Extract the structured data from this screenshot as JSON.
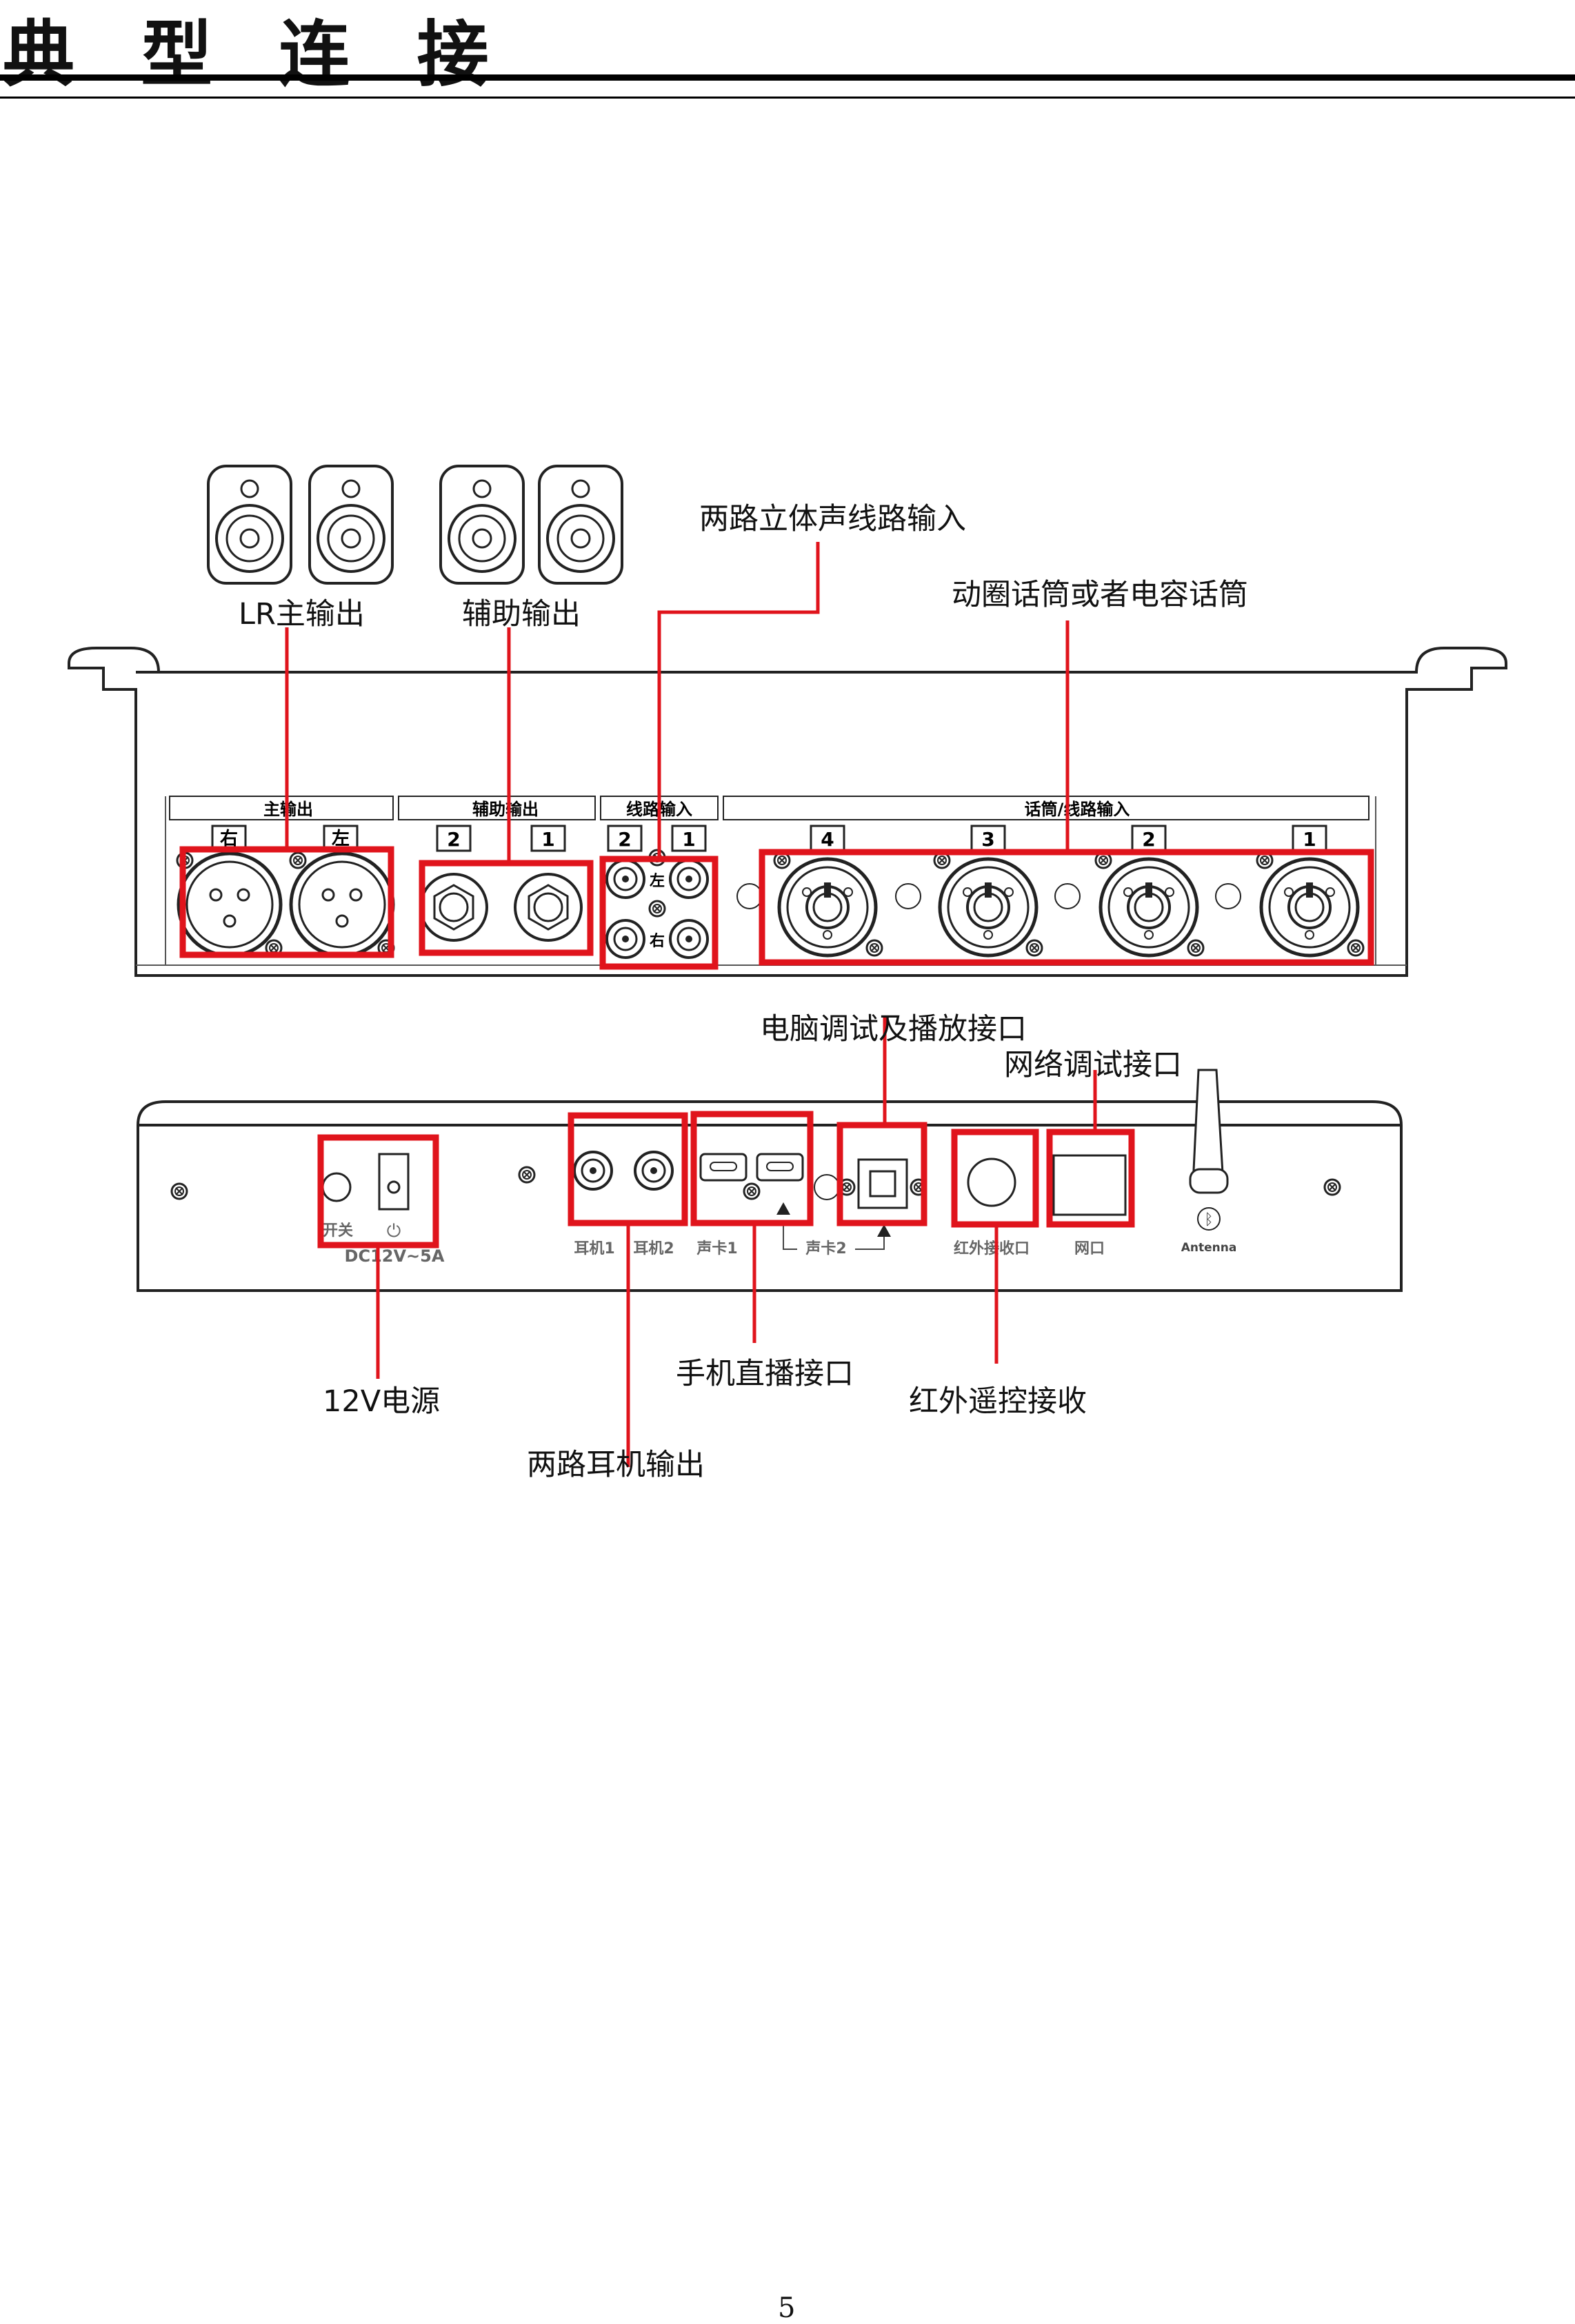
{
  "title": "典 型 连 接",
  "page_number": "5",
  "callouts": {
    "lr_main_out": "LR主输出",
    "aux_out": "辅助输出",
    "stereo_line_in": "两路立体声线路输入",
    "mic_in": "动圈话筒或者电容话筒",
    "pc_debug": "电脑调试及播放接口",
    "net_debug": "网络调试接口",
    "power_12v": "12V电源",
    "phone_live": "手机直播接口",
    "ir_remote": "红外遥控接收",
    "headphone_out": "两路耳机输出"
  },
  "front_panel": {
    "sections": [
      "主输出",
      "辅助输出",
      "线路输入",
      "话筒/线路输入"
    ],
    "main_out_labels": [
      "右",
      "左"
    ],
    "aux_numbers": [
      "2",
      "1"
    ],
    "line_numbers": [
      "2",
      "1"
    ],
    "line_lr": [
      "左",
      "右"
    ],
    "mic_numbers": [
      "4",
      "3",
      "2",
      "1"
    ]
  },
  "rear_panel": {
    "switch_label": "开关",
    "power_symbol": "⏻",
    "dc_label": "DC12V~5A",
    "headphone_labels": [
      "耳机1",
      "耳机2"
    ],
    "soundcard1": "声卡1",
    "soundcard2": "声卡2",
    "ir_label": "红外接收口",
    "network_label": "网口",
    "antenna_label": "Antenna",
    "bluetooth_symbol": "ᛒ"
  },
  "colors": {
    "highlight": "#e0141c",
    "outline": "#333333"
  }
}
